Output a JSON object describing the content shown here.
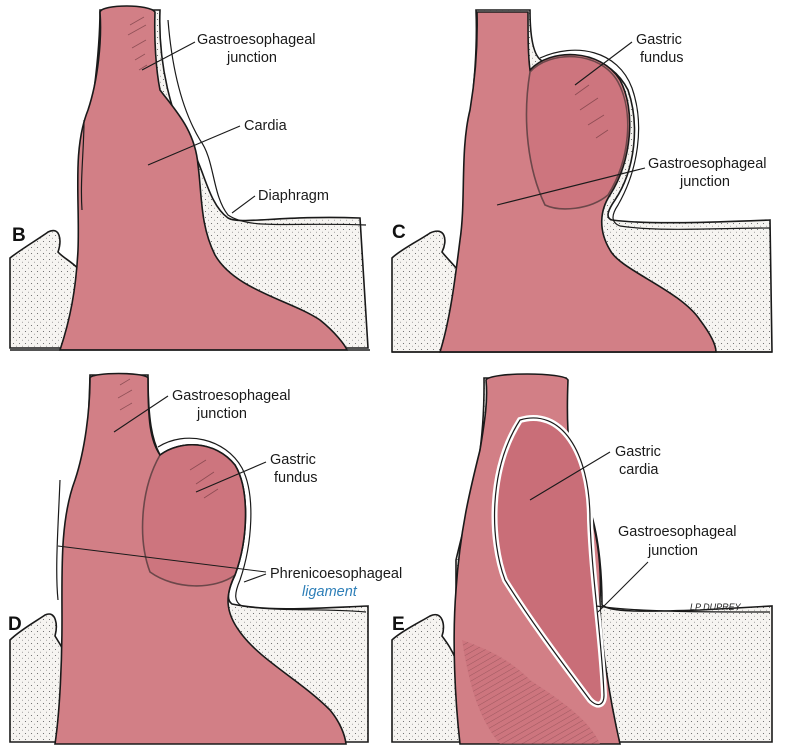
{
  "panels": {
    "B": {
      "letter": "B",
      "labels": {
        "ge_line1": "Gastroesophageal",
        "ge_line2": "junction",
        "cardia": "Cardia",
        "diaphragm": "Diaphragm"
      }
    },
    "C": {
      "letter": "C",
      "labels": {
        "fundus_line1": "Gastric",
        "fundus_line2": "fundus",
        "ge_line1": "Gastroesophageal",
        "ge_line2": "junction"
      }
    },
    "D": {
      "letter": "D",
      "labels": {
        "ge_line1": "Gastroesophageal",
        "ge_line2": "junction",
        "fundus_line1": "Gastric",
        "fundus_line2": "fundus",
        "pe_line1": "Phrenicoesophageal",
        "pe_line2": "ligament"
      }
    },
    "E": {
      "letter": "E",
      "labels": {
        "cardia_line1": "Gastric",
        "cardia_line2": "cardia",
        "ge_line1": "Gastroesophageal",
        "ge_line2": "junction"
      },
      "signature": "LP DUPREY"
    }
  },
  "colors": {
    "organ": "#d27f86",
    "ligament_text": "#2e7fb8"
  }
}
